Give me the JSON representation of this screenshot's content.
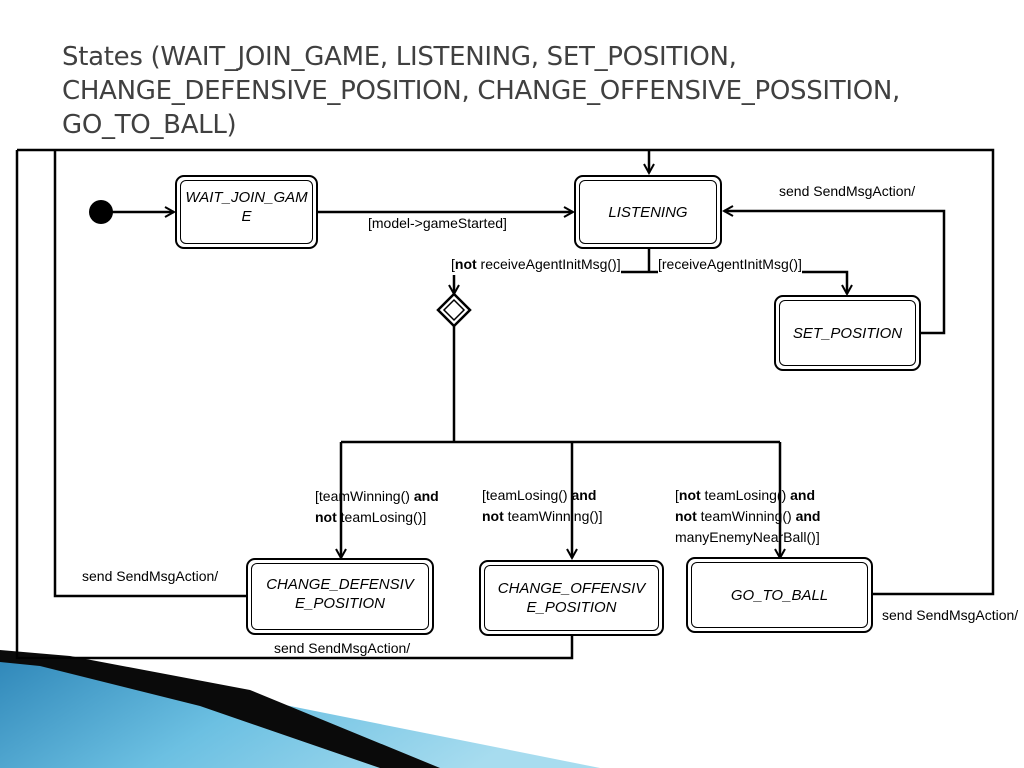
{
  "title": "States (WAIT_JOIN_GAME, LISTENING, SET_POSITION, CHANGE_DEFENSIVE_POSITION, CHANGE_OFFENSIVE_POSSITION, GO_TO_BALL)",
  "states": {
    "wait_join_game": "WAIT_JOIN_GAME",
    "listening": "LISTENING",
    "set_position": "SET_POSITION",
    "change_defensive": "CHANGE_DEFENSIVE_POSITION",
    "change_offensive": "CHANGE_OFFENSIVE_POSITION",
    "go_to_ball": "GO_TO_BALL"
  },
  "transitions": {
    "game_started": "[model->gameStarted]",
    "send_action_set_position": "send SendMsgAction/",
    "not_init_msg": {
      "open": "[",
      "bold": "not",
      "rest": " receiveAgentInitMsg()]"
    },
    "init_msg": "[receiveAgentInitMsg()]",
    "team_winning": {
      "l1a": "[teamWinning() ",
      "l1b": "and",
      "l2a": "not",
      "l2b": " teamLosing()]"
    },
    "team_losing": {
      "l1a": "[teamLosing() ",
      "l1b": "and",
      "l2a": "not",
      "l2b": " teamWinning()]"
    },
    "enemy_near": {
      "l1a": "[",
      "l1b": "not",
      "l1c": " teamLosing() ",
      "l1d": "and",
      "l2a": "not",
      "l2b": " teamWinning() ",
      "l2c": "and",
      "l3": "manyEnemyNearBall()]"
    },
    "send_action_defensive": "send SendMsgAction/",
    "send_action_offensive": "send SendMsgAction/",
    "send_action_ball": "send SendMsgAction/"
  },
  "colors": {
    "line": "#000000",
    "title": "#404040",
    "deco_dark": "#0a0a0a",
    "deco_blue": "#5fb4d9"
  }
}
